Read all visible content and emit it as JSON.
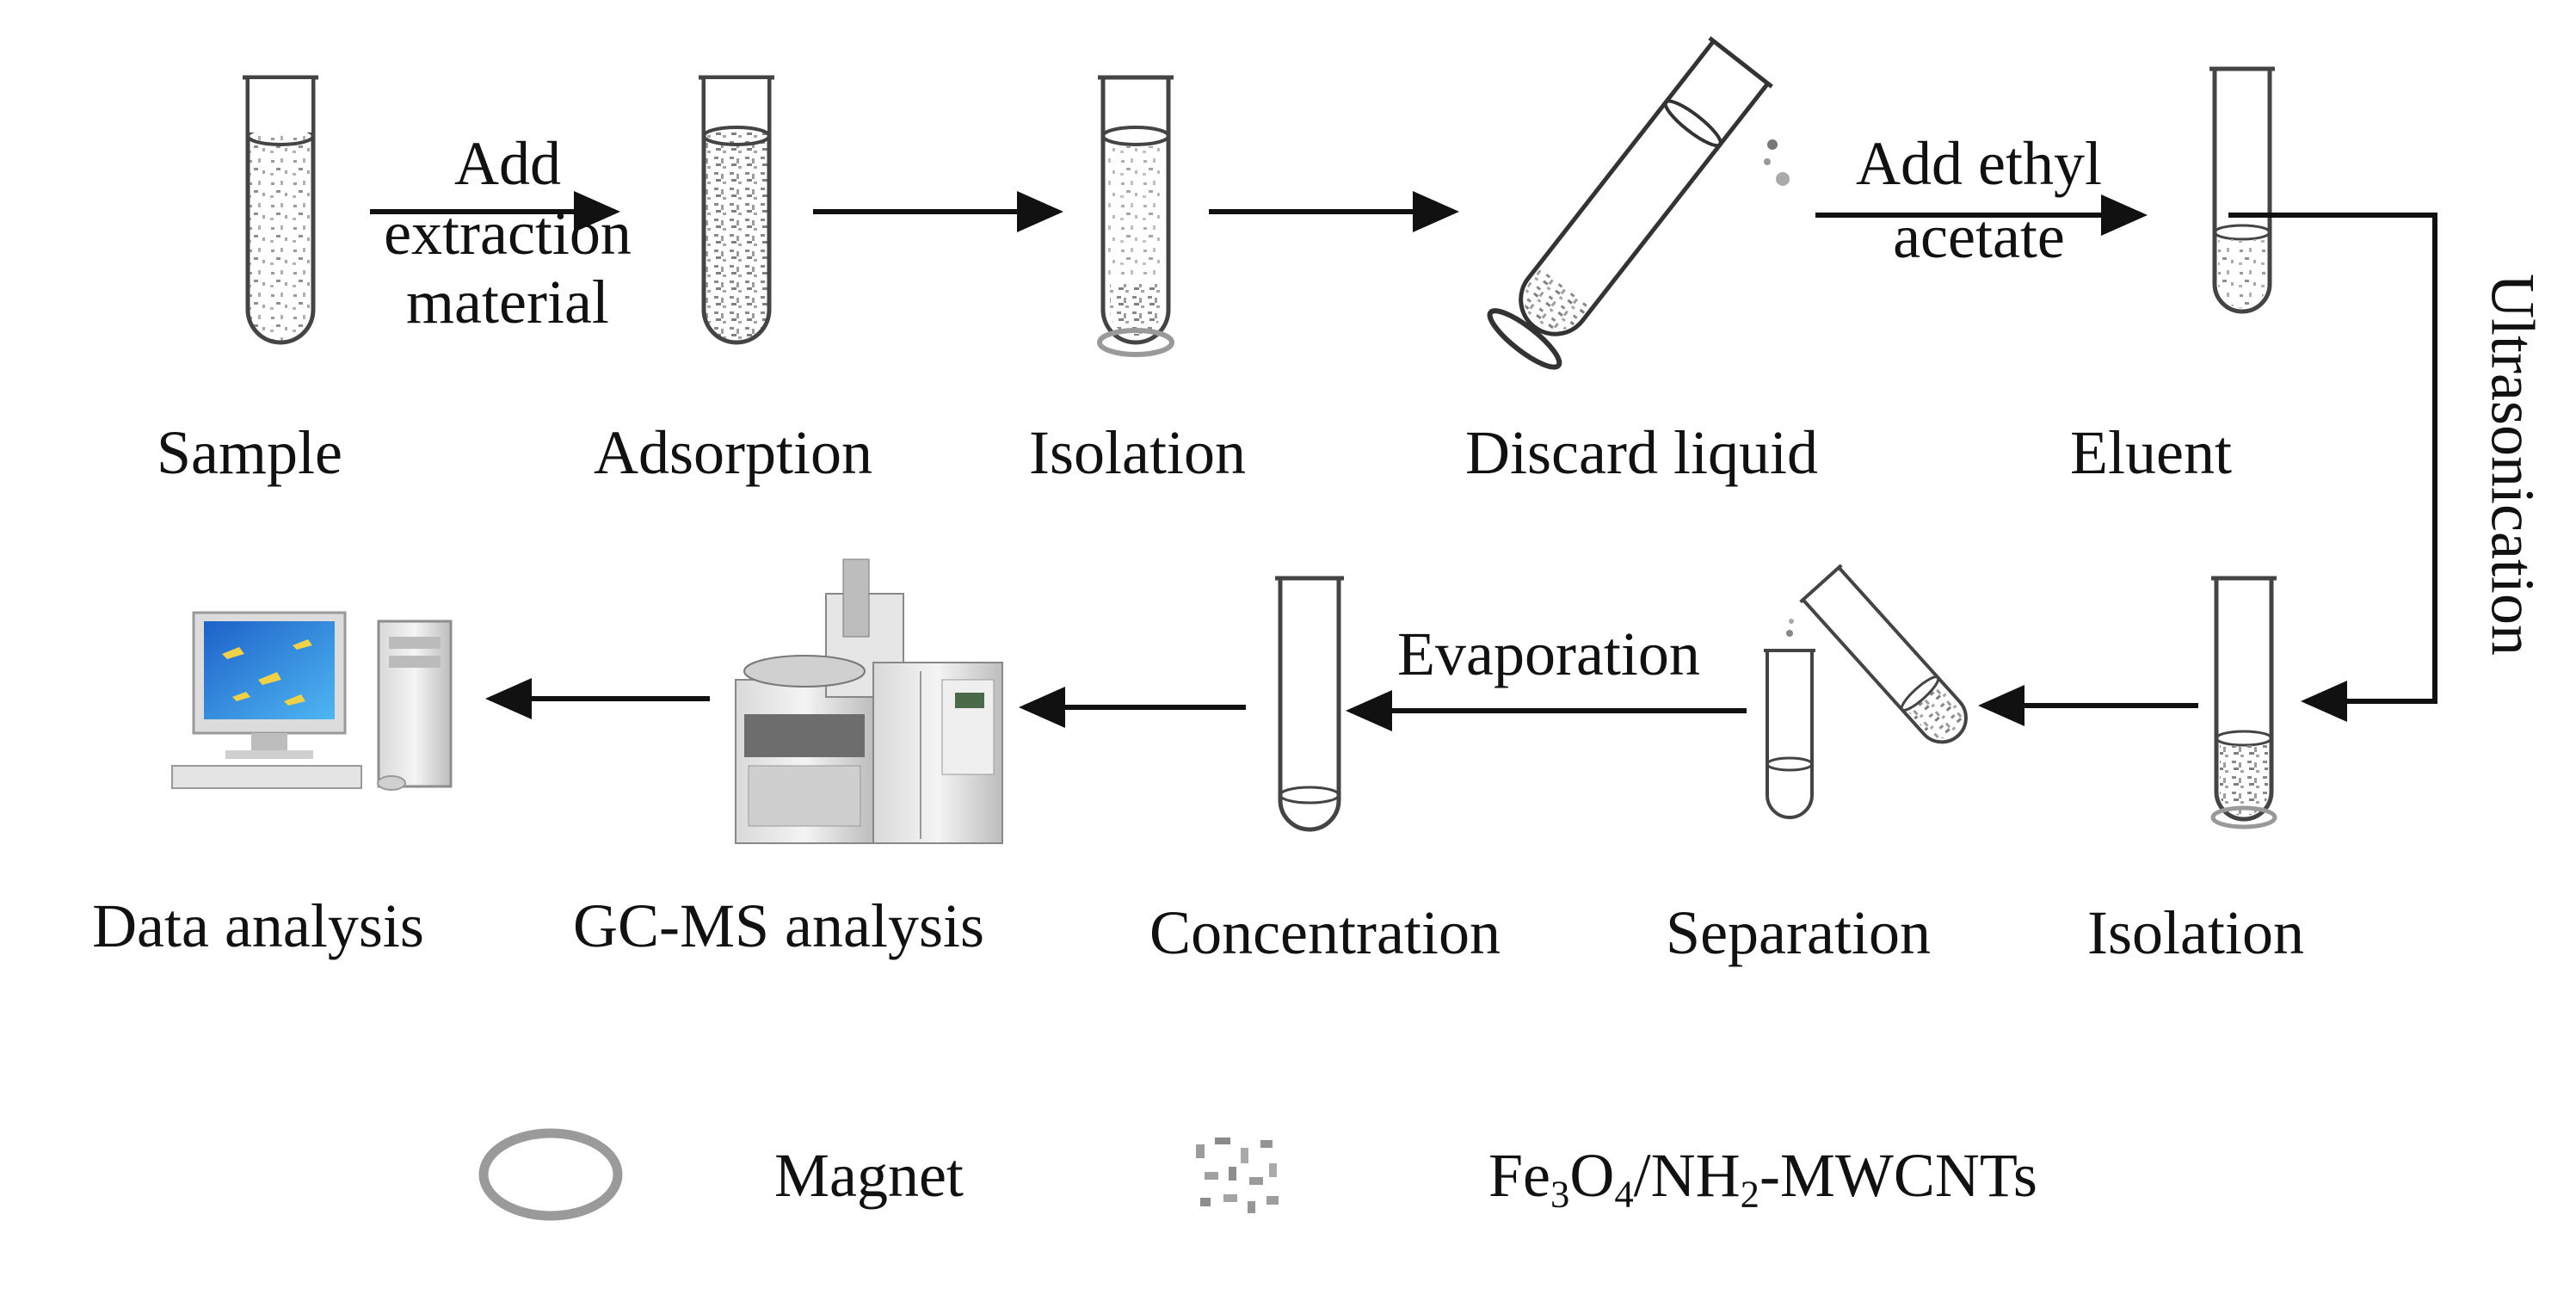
{
  "steps": {
    "sample": "Sample",
    "adsorption": "Adsorption",
    "isolation1": "Isolation",
    "discard": "Discard liquid",
    "eluent": "Eluent",
    "isolation2": "Isolation",
    "separation": "Separation",
    "concentration": "Concentration",
    "gcms": "GC-MS analysis",
    "data": "Data analysis"
  },
  "arrow_labels": {
    "add_extraction_l1": "Add",
    "add_extraction_l2": "extraction",
    "add_extraction_l3": "material",
    "add_ethyl_l1": "Add ethyl",
    "add_ethyl_l2": "acetate",
    "ultrasonication": "Ultrasonication",
    "evaporation": "Evaporation"
  },
  "legend": {
    "magnet": "Magnet",
    "fe": "Fe",
    "fe_sub": "3",
    "o": "O",
    "o_sub": "4",
    "nh": "/NH",
    "nh_sub": "2",
    "mwcnt": "-MWCNTs"
  },
  "icons": {
    "magnet": "magnet-ring-icon",
    "particles": "nanoparticle-icon",
    "gcms": "gc-ms-instrument-icon",
    "computer": "desktop-computer-icon"
  }
}
